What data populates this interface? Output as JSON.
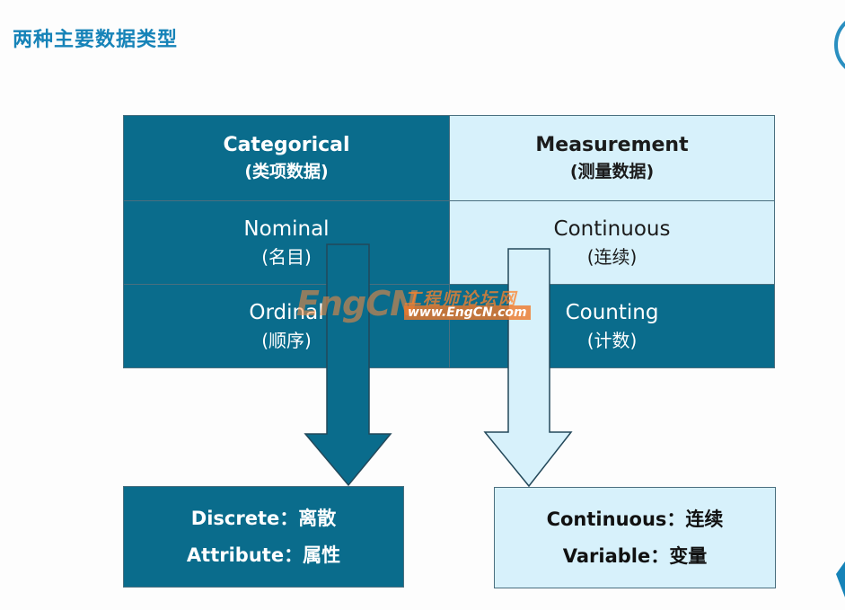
{
  "title": "两种主要数据类型",
  "table": {
    "categorical": {
      "title": "Categorical",
      "subtitle": "(类项数据)"
    },
    "measurement": {
      "title": "Measurement",
      "subtitle": "(测量数据)"
    },
    "nominal": {
      "title": "Nominal",
      "subtitle": "(名目)"
    },
    "continuous": {
      "title": "Continuous",
      "subtitle": "(连续)"
    },
    "ordinal": {
      "title": "Ordinal",
      "subtitle": "(顺序)"
    },
    "counting": {
      "title": "Counting",
      "subtitle": "(计数)"
    }
  },
  "result_left": {
    "line1": "Discrete：离散",
    "line2": "Attribute：属性"
  },
  "result_right": {
    "line1": "Continuous：连续",
    "line2": "Variable：变量"
  },
  "watermark": {
    "brand": "EngCN",
    "site_cn": "工程师论坛网",
    "url": "www.EngCN.com"
  },
  "colors": {
    "dark": "#0a6c8c",
    "light": "#d7f1fb",
    "title": "#1683b8"
  }
}
